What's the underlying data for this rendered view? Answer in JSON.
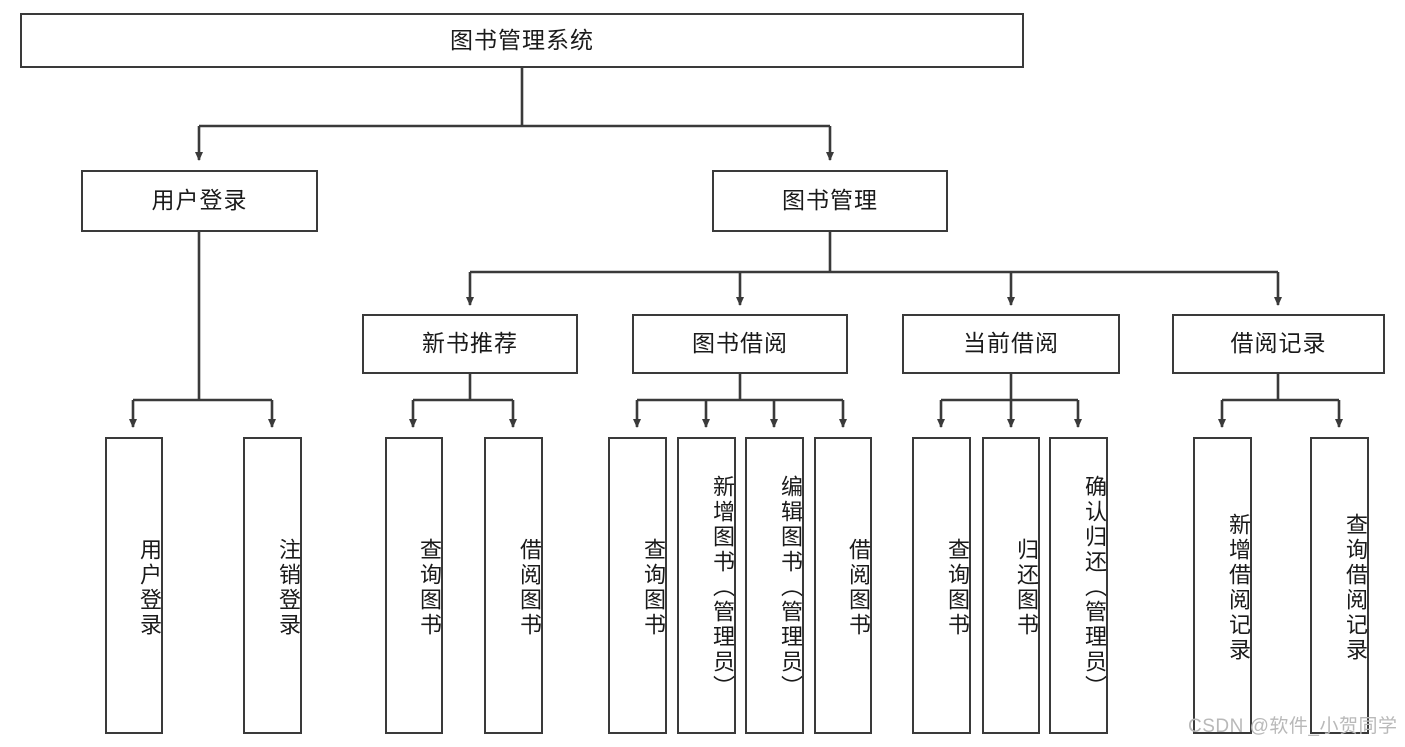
{
  "diagram": {
    "title": "图书管理系统",
    "root": {
      "label": "图书管理系统"
    },
    "level2": [
      {
        "label": "用户登录"
      },
      {
        "label": "图书管理"
      }
    ],
    "level3": [
      {
        "label": "新书推荐"
      },
      {
        "label": "图书借阅"
      },
      {
        "label": "当前借阅"
      },
      {
        "label": "借阅记录"
      }
    ],
    "leaves": {
      "user_login": [
        {
          "label": "用户登录"
        },
        {
          "label": "注销登录"
        }
      ],
      "new_book_recommend": [
        {
          "label": "查询图书"
        },
        {
          "label": "借阅图书"
        }
      ],
      "book_borrow": [
        {
          "label": "查询图书"
        },
        {
          "label": "新增图书（管理员）"
        },
        {
          "label": "编辑图书（管理员）"
        },
        {
          "label": "借阅图书"
        }
      ],
      "current_borrow": [
        {
          "label": "查询图书"
        },
        {
          "label": "归还图书"
        },
        {
          "label": "确认归还（管理员）"
        }
      ],
      "borrow_record": [
        {
          "label": "新增借阅记录"
        },
        {
          "label": "查询借阅记录"
        }
      ]
    }
  },
  "watermark": {
    "text": "CSDN @软件_小贺同学"
  },
  "colors": {
    "border": "#3a3a3a",
    "text": "#1a1a1a",
    "background": "#ffffff",
    "watermark": "#b9b9b9"
  }
}
